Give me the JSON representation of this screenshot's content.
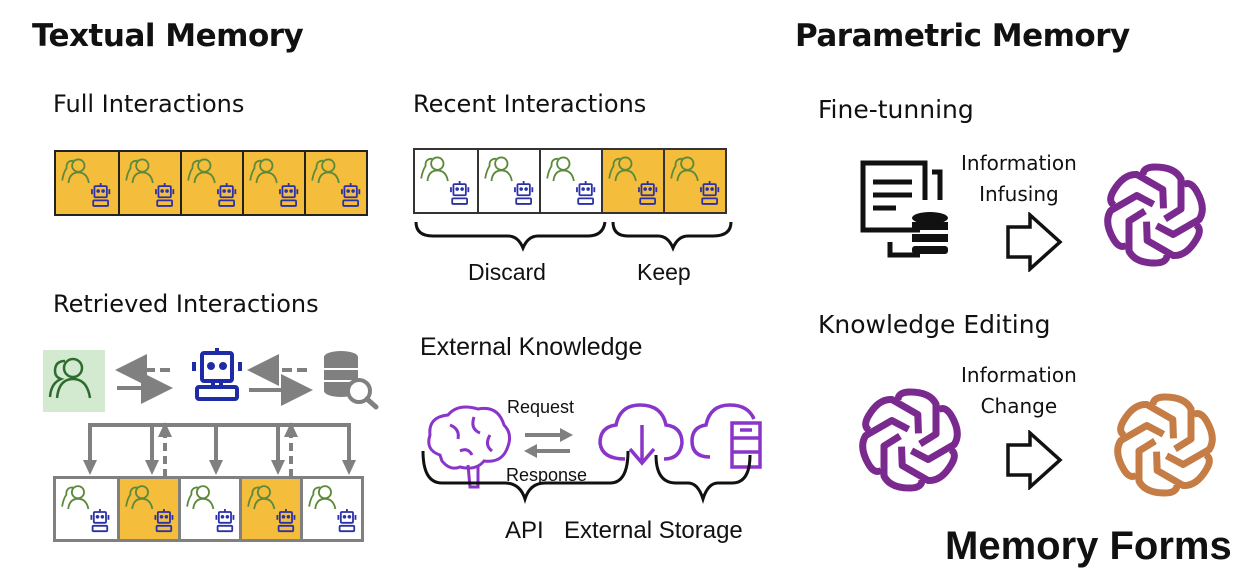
{
  "colors": {
    "highlight": "#f5bd3c",
    "user_green": "#5c8a3a",
    "robot_blue": "#2b32a8",
    "arrow_gray": "#808080",
    "purple": "#7a2a8e",
    "violet": "#8a35c9",
    "orange": "#c67c45",
    "user_bg": "#d3ead0"
  },
  "textual_memory": {
    "title": "Textual Memory",
    "full_interactions": {
      "label": "Full Interactions",
      "cells": [
        {
          "highlighted": true
        },
        {
          "highlighted": true
        },
        {
          "highlighted": true
        },
        {
          "highlighted": true
        },
        {
          "highlighted": true
        }
      ]
    },
    "recent_interactions": {
      "label": "Recent Interactions",
      "cells": [
        {
          "highlighted": false
        },
        {
          "highlighted": false
        },
        {
          "highlighted": false
        },
        {
          "highlighted": true
        },
        {
          "highlighted": true
        }
      ],
      "discard_label": "Discard",
      "keep_label": "Keep"
    },
    "retrieved_interactions": {
      "label": "Retrieved Interactions",
      "cells": [
        {
          "highlighted": false
        },
        {
          "highlighted": true
        },
        {
          "highlighted": false
        },
        {
          "highlighted": true
        },
        {
          "highlighted": false
        }
      ]
    },
    "external_knowledge": {
      "label": "External Knowledge",
      "request_label": "Request",
      "response_label": "Response",
      "api_label": "API",
      "storage_label": "External Storage"
    }
  },
  "parametric_memory": {
    "title": "Parametric Memory",
    "fine_tuning": {
      "label": "Fine-tunning",
      "info_line1": "Information",
      "info_line2": "Infusing"
    },
    "knowledge_editing": {
      "label": "Knowledge Editing",
      "info_line1": "Information",
      "info_line2": "Change"
    }
  },
  "footer": {
    "title": "Memory Forms"
  }
}
